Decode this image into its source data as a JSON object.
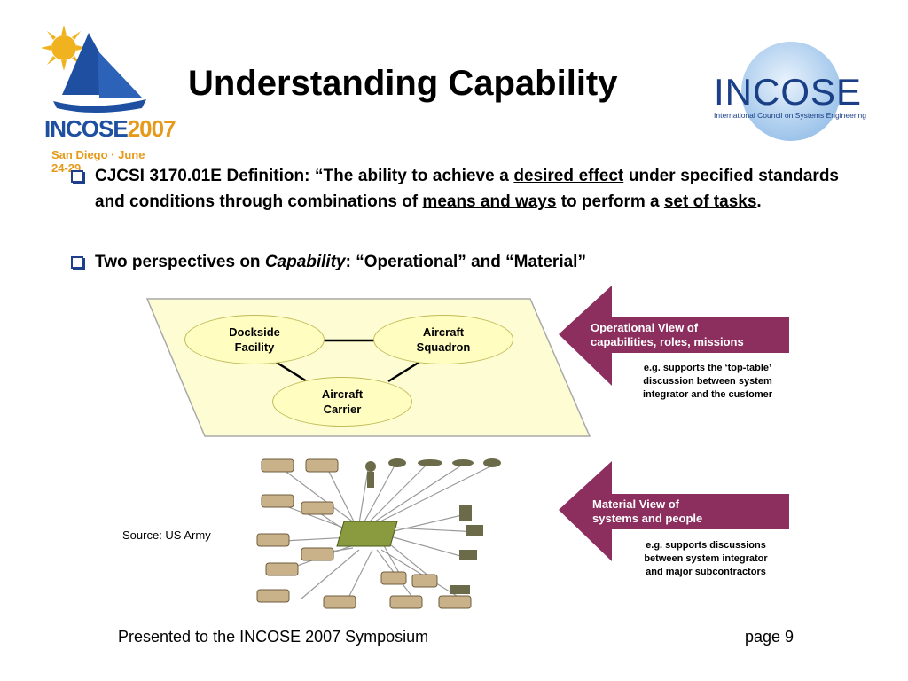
{
  "logos": {
    "left": {
      "icon": "incose-2007-sailboat-logo",
      "main_prefix": "INCOSE",
      "main_year": "2007",
      "sub": "San Diego · June 24-29"
    },
    "right": {
      "icon": "incose-globe-logo",
      "word": "INCOSE",
      "sub": "International Council on Systems Engineering"
    }
  },
  "title": "Understanding Capability",
  "bullets": {
    "b1": {
      "t1": "CJCSI 3170.01E Definition: “The ability to achieve a ",
      "u1": "desired effect",
      "t2": " under specified standards and conditions through combinations of ",
      "u2": "means and ways",
      "t3": " to perform a ",
      "u3": "set of tasks",
      "t4": "."
    },
    "b2": {
      "t1": "Two perspectives on ",
      "i1": "Capability",
      "t2": ": “Operational” and “Material”"
    }
  },
  "operational_diagram": {
    "nodes": {
      "dockside": [
        "Dockside",
        "Facility"
      ],
      "squadron": [
        "Aircraft",
        "Squadron"
      ],
      "carrier": [
        "Aircraft",
        "Carrier"
      ]
    }
  },
  "arrows": {
    "operational": {
      "label": [
        "Operational View of",
        "capabilities, roles, missions"
      ],
      "note": [
        "e.g. supports the ‘top-table’",
        "discussion between system",
        "integrator and the customer"
      ]
    },
    "material": {
      "label": [
        "Material View of",
        "systems and people"
      ],
      "note": [
        "e.g. supports discussions",
        "between system integrator",
        "and major subcontractors"
      ]
    }
  },
  "equipment_image": {
    "icon": "military-systems-network-illustration"
  },
  "source": "Source: US Army",
  "footer": {
    "left": "Presented to the INCOSE 2007 Symposium",
    "right": "page 9"
  },
  "colors": {
    "arrow": "#8c2e5e",
    "node_fill": "#fffdbf",
    "panel_fill": "#fdfcd2",
    "bullet": "#1e3f8c"
  }
}
